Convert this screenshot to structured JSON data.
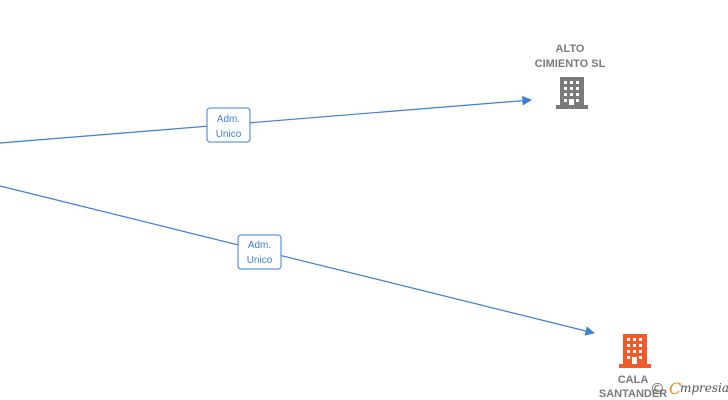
{
  "nodes": {
    "alto": {
      "line1": "ALTO",
      "line2": "CIMIENTO  SL",
      "icon": "building-icon",
      "color": "#7a7a7a"
    },
    "cala": {
      "line1": "CALA",
      "line2": "SANTANDER",
      "icon": "building-icon",
      "color": "#f15a29"
    }
  },
  "edges": [
    {
      "target": "ALTO CIMIENTO SL",
      "line1": "Adm.",
      "line2": "Unico"
    },
    {
      "target": "CALA SANTANDER",
      "line1": "Adm.",
      "line2": "Unico"
    }
  ],
  "colors": {
    "edge": "#3d7fd1",
    "accent": "#f08a24"
  },
  "watermark": {
    "copyright": "©",
    "e": "C",
    "rest": "mpresia"
  }
}
